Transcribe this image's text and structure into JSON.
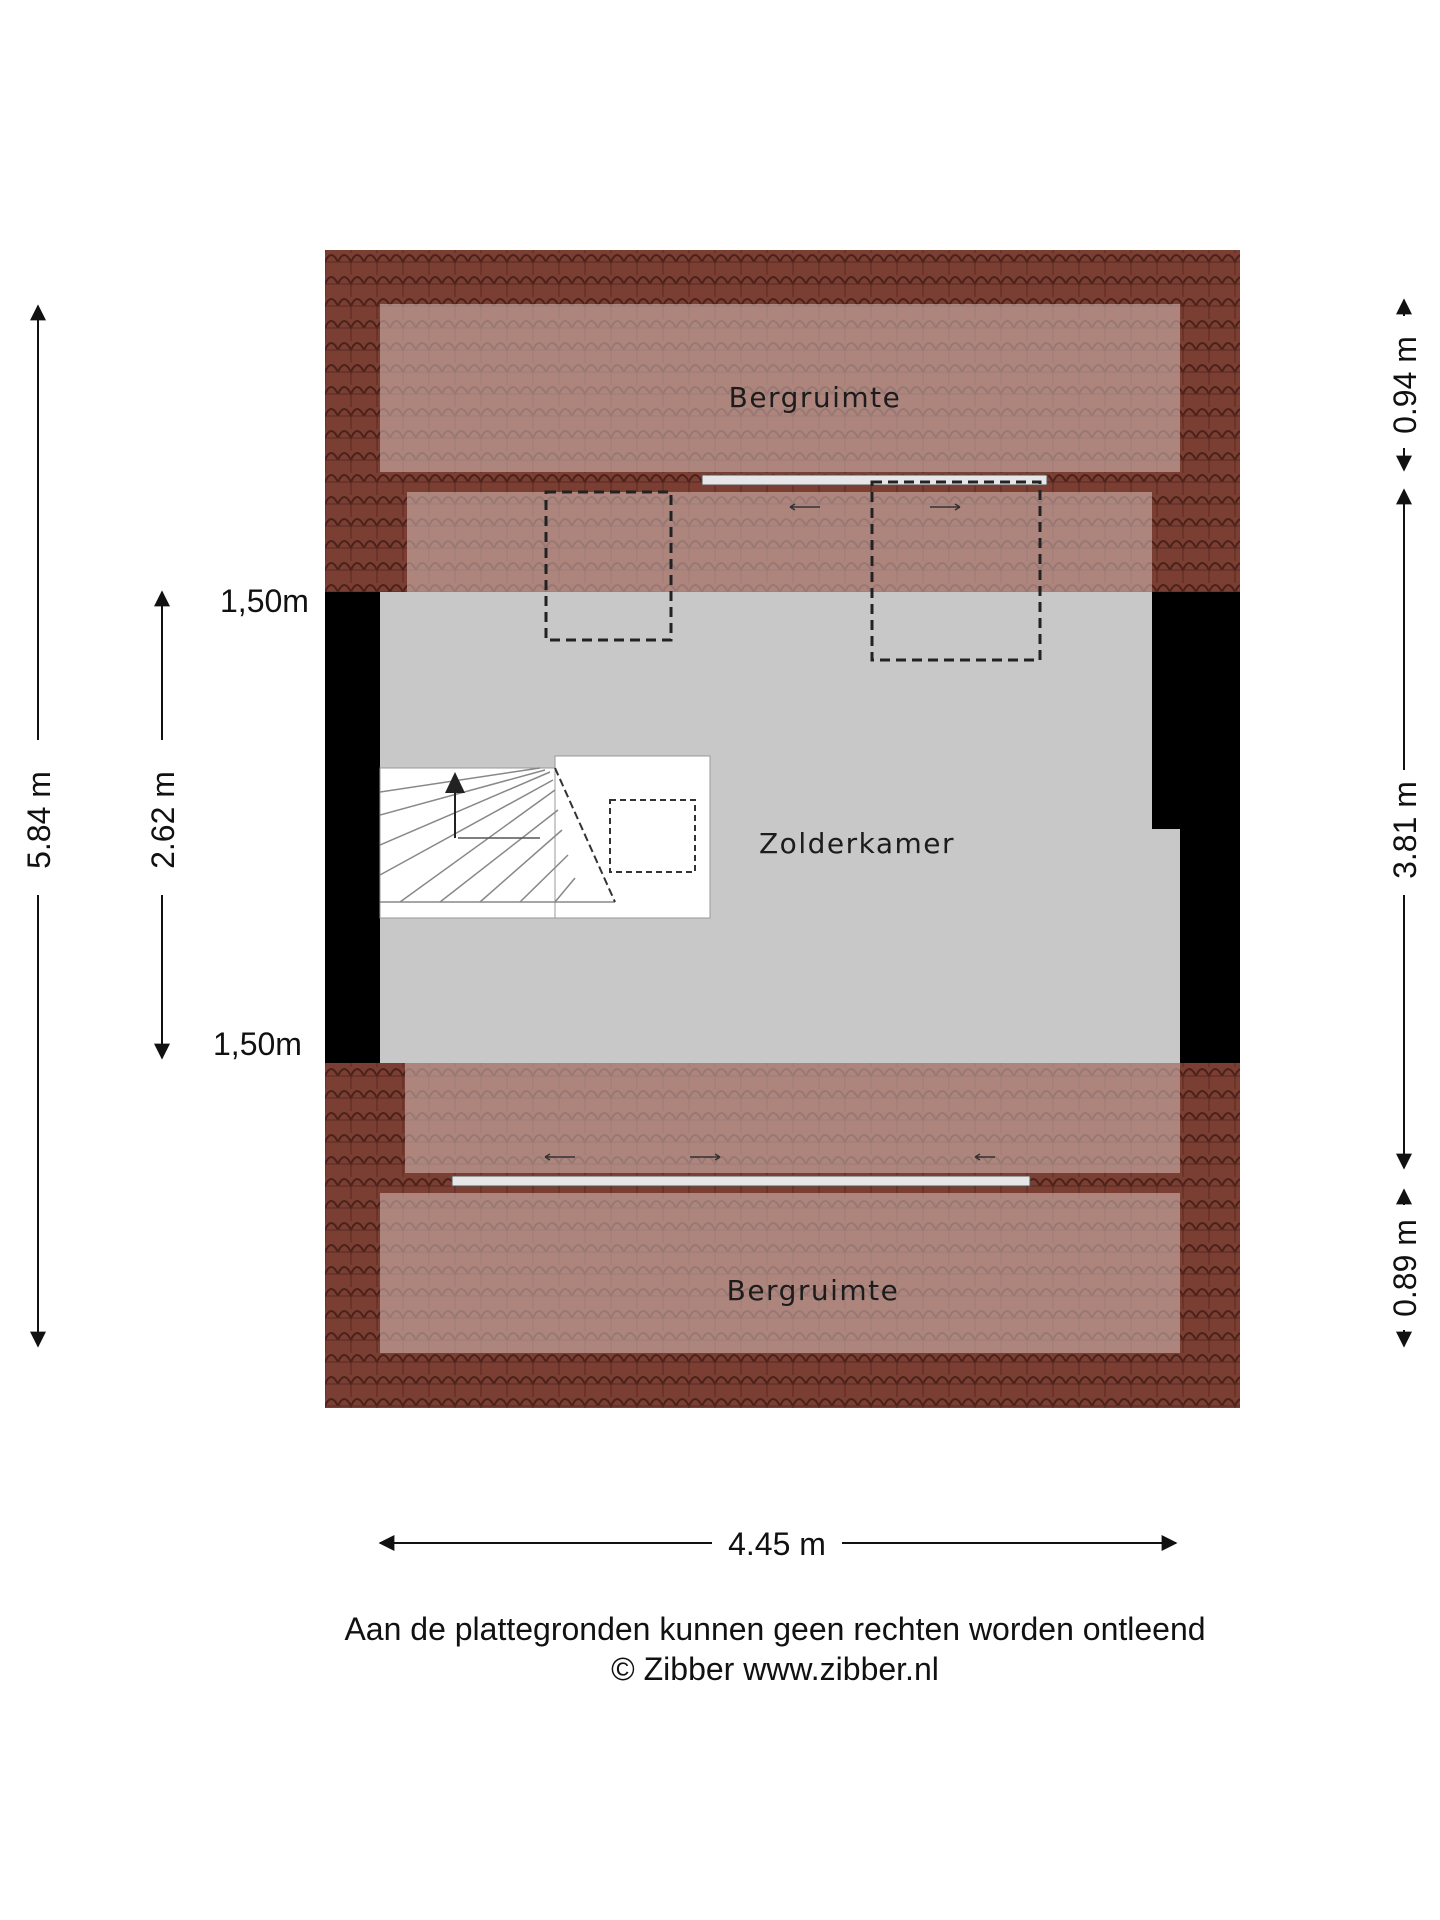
{
  "rooms": {
    "top_storage": "Bergruimte",
    "attic_room": "Zolderkamer",
    "bottom_storage": "Bergruimte"
  },
  "dimensions": {
    "total_height": "5.84 m",
    "headroom_height": "2.62 m",
    "upper_line": "1,50m",
    "lower_line": "1,50m",
    "right_top": "0.94 m",
    "right_middle": "3.81 m",
    "right_bottom": "0.89 m",
    "width": "4.45 m"
  },
  "footer": {
    "disclaimer": "Aan de plattegronden kunnen geen rechten worden ontleend",
    "copyright": "© Zibber www.zibber.nl"
  },
  "colors": {
    "roof_tile": "#7a3e32",
    "storage_overlay": "#c9a9a4",
    "floor": "#c8c8c8",
    "wall": "#000000",
    "stair": "#ffffff"
  }
}
